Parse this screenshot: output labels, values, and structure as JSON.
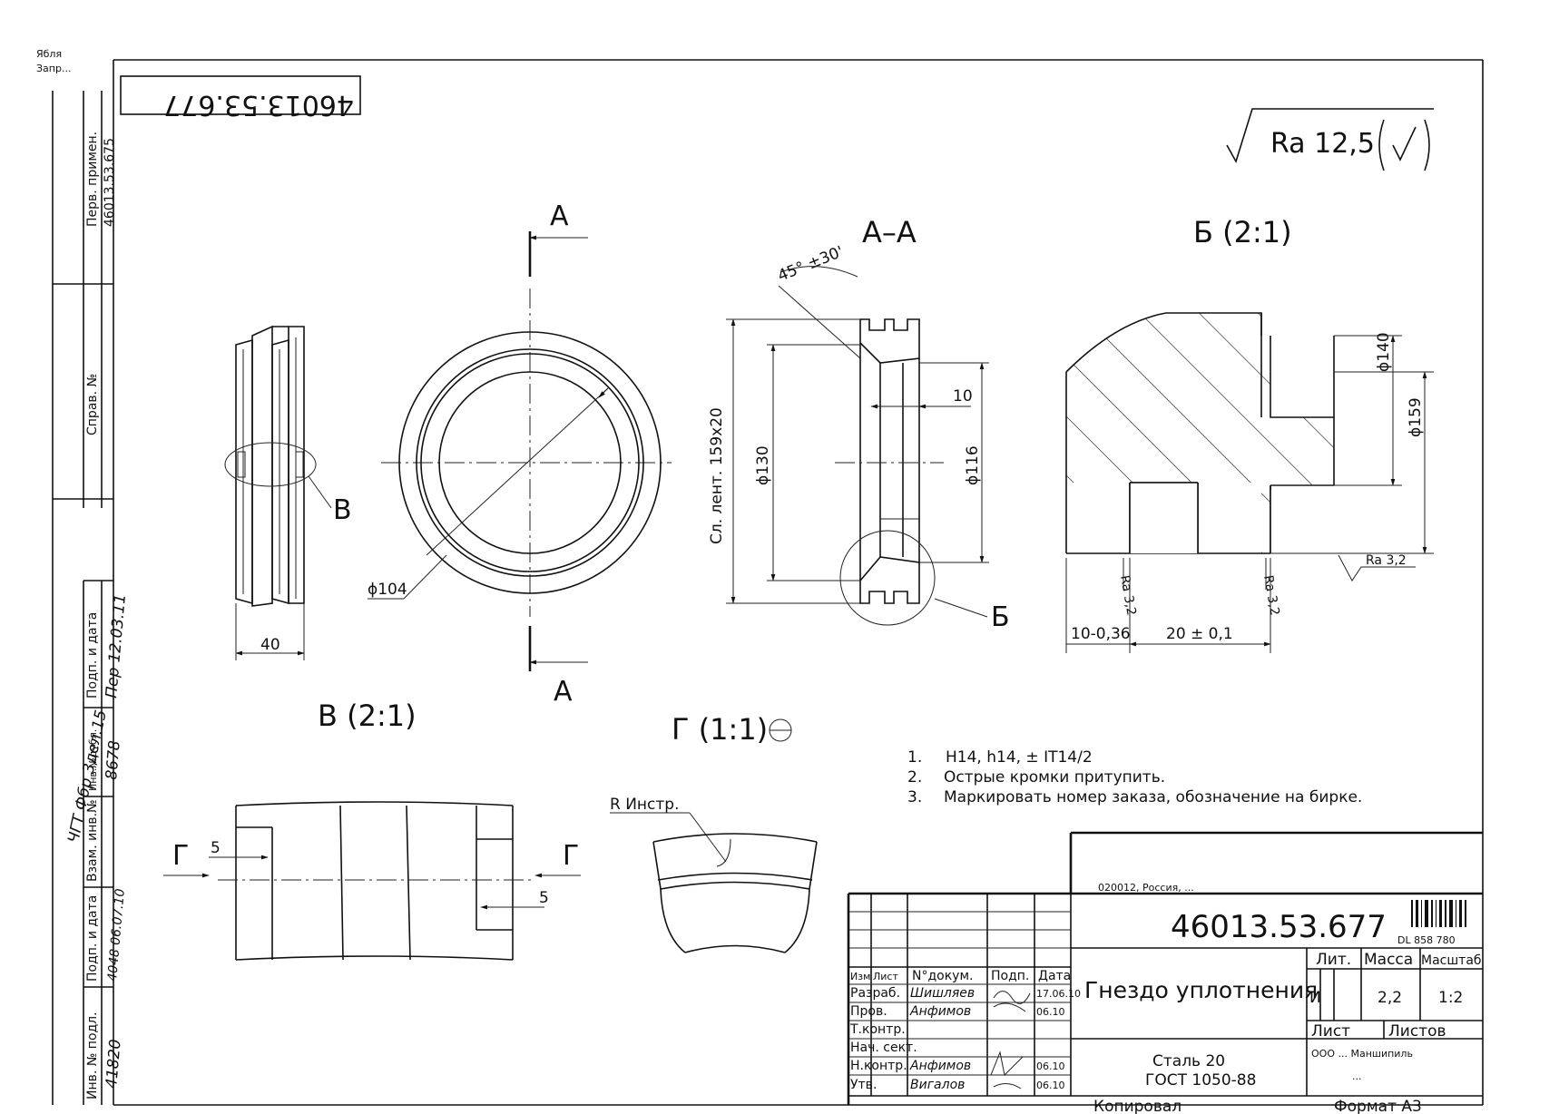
{
  "header": {
    "top_left_1": "Ябля",
    "top_left_2": "Запр...",
    "top_mirrored_code": "46013.53.677"
  },
  "left_strip": {
    "perv_primen_label": "Перв. примен.",
    "perv_primen_value": "46013.53.675",
    "sprav_label": "Справ. №",
    "podp_data_label": "Подп. и дата",
    "inv_dubl_label": "Инв.№дубл.",
    "vzam_inv_label": "Взам. инв.№",
    "podp_data2_label": "Подп. и дата",
    "inv_podl_label": "Инв. № подл.",
    "handwritten_1": "ЧГТ Фбр 3дел.15",
    "handwritten_2": "Пер 12.03.11",
    "handwritten_3": "8678",
    "handwritten_4": "4048 06.07.10",
    "handwritten_5": "41820"
  },
  "roughness": {
    "main": "Ra 12,5"
  },
  "views": {
    "section_a": "А",
    "section_aa": "А–А",
    "angle": "45° ±30'",
    "detail_b": "Б (2:1)",
    "detail_v": "В (2:1)",
    "detail_g": "Г (1:1)",
    "label_v": "В",
    "label_b": "Б",
    "label_g": "Г",
    "r_instr": "R Инстр."
  },
  "dimensions": {
    "w40": "40",
    "d104": "ϕ104",
    "band": "Сл. лент. 159х20",
    "d130": "ϕ130",
    "d116": "ϕ116",
    "w10": "10",
    "d140": "ϕ140",
    "d159": "ϕ159",
    "ra32a": "Ra 3,2",
    "ra32b": "Ra 3,2",
    "ra32c": "Ra 3,2",
    "w10tol": "10-0,36",
    "w20": "20 ± 0,1",
    "w5a": "5",
    "w5b": "5"
  },
  "notes": [
    {
      "num": "1.",
      "text": "H14, h14, ± IT14/2"
    },
    {
      "num": "2.",
      "text": "Острые кромки притупить."
    },
    {
      "num": "3.",
      "text": "Маркировать номер заказа, обозначение на бирке."
    }
  ],
  "title_block": {
    "doc_number": "46013.53.677",
    "barcode_text": "DL 858 780",
    "stamp_text": "020012, Россия, ...",
    "part_name": "Гнездо уплотнения",
    "material_1": "Сталь 20",
    "material_2": "ГОСТ 1050-88",
    "lit_label": "Лит.",
    "mass_label": "Масса",
    "scale_label": "Масштаб",
    "lit_value": "И",
    "mass_value": "2,2",
    "scale_value": "1:2",
    "sheet_label": "Лист",
    "sheets_label": "Листов",
    "company_1": "ООО ... Маншипиль",
    "company_2": "...",
    "copied": "Копировал",
    "format": "Формат А3",
    "cols": {
      "izm": "Изм",
      "list": "Лист",
      "ndoc": "N°докум.",
      "podp": "Подп.",
      "data": "Дата"
    },
    "rows": [
      {
        "role": "Разраб.",
        "name": "Шишляев",
        "date": "17.06.10"
      },
      {
        "role": "Пров.",
        "name": "Анфимов",
        "date": "06.10"
      },
      {
        "role": "Т.контр.",
        "name": "",
        "date": ""
      },
      {
        "role": "Нач. сект.",
        "name": "",
        "date": ""
      },
      {
        "role": "Н.контр.",
        "name": "Анфимов",
        "date": "06.10"
      },
      {
        "role": "Утв.",
        "name": "Вигалов",
        "date": "06.10"
      }
    ]
  }
}
